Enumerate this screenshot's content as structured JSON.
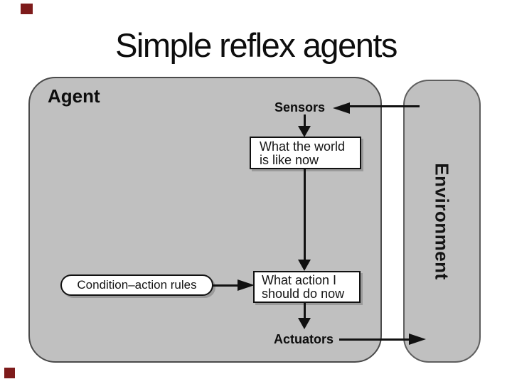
{
  "slide": {
    "title": "Simple reflex agents",
    "decoration_color": "#7e1b1b"
  },
  "diagram": {
    "agent_label": "Agent",
    "environment_label": "Environment",
    "sensors_label": "Sensors",
    "actuators_label": "Actuators",
    "world_box": {
      "line1": "What the world",
      "line2": "is like now"
    },
    "action_box": {
      "line1": "What action I",
      "line2": "should do now"
    },
    "rules_label": "Condition–action rules",
    "colors": {
      "region_fill": "#c0c0c0",
      "region_border": "#4a4a4a",
      "node_fill": "#ffffff",
      "node_border": "#111111",
      "node_shadow": "#9a9a9a",
      "arrow": "#111111",
      "decoration": "#7e1b1b"
    }
  }
}
